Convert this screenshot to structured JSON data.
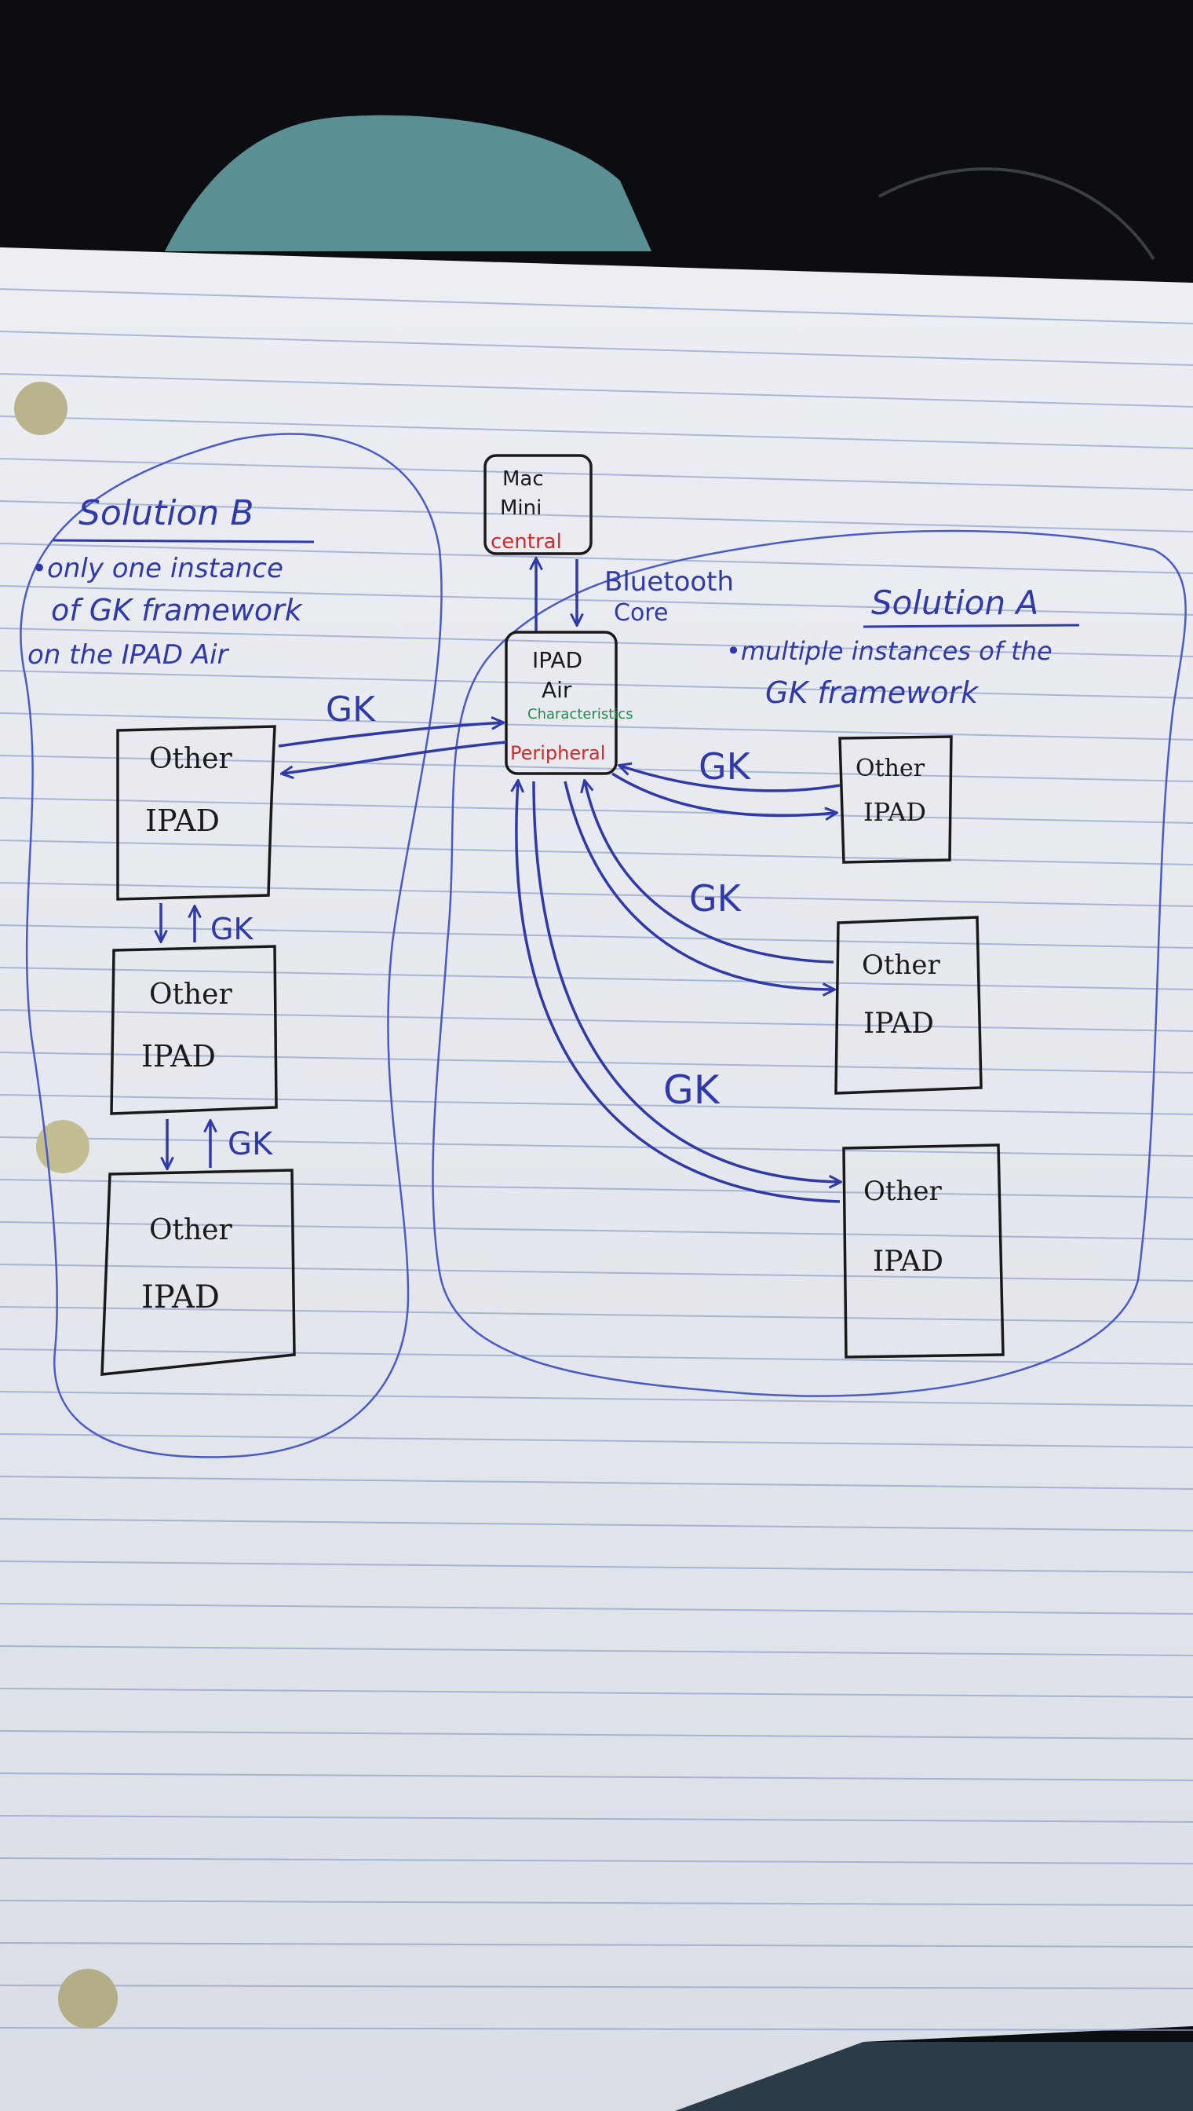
{
  "solution_b": {
    "heading": "Solution B",
    "note_line1": "•only one instance",
    "note_line2": "of GK framework",
    "note_line3": "on the IPAD Air"
  },
  "solution_a": {
    "heading": "Solution A",
    "note_line1": "•multiple instances of the",
    "note_line2": "GK framework"
  },
  "mac_mini": {
    "line1": "Mac",
    "line2": "Mini",
    "role": "central"
  },
  "bluetooth": {
    "line1": "Bluetooth",
    "line2": "Core"
  },
  "ipad_air": {
    "line1": "IPAD",
    "line2": "Air",
    "characteristics": "Characteristics",
    "role": "Peripheral"
  },
  "other_ipad": {
    "line1": "Other",
    "line2": "IPAD"
  },
  "link_label": "GK",
  "colors": {
    "ink_blue": "#2f3aa8",
    "ink_black": "#1a1a1a",
    "ink_red": "#d02a2a",
    "ink_green": "#1f8a4a",
    "paper": "#e7e9ee",
    "rule_line": "#8e9fc8"
  }
}
